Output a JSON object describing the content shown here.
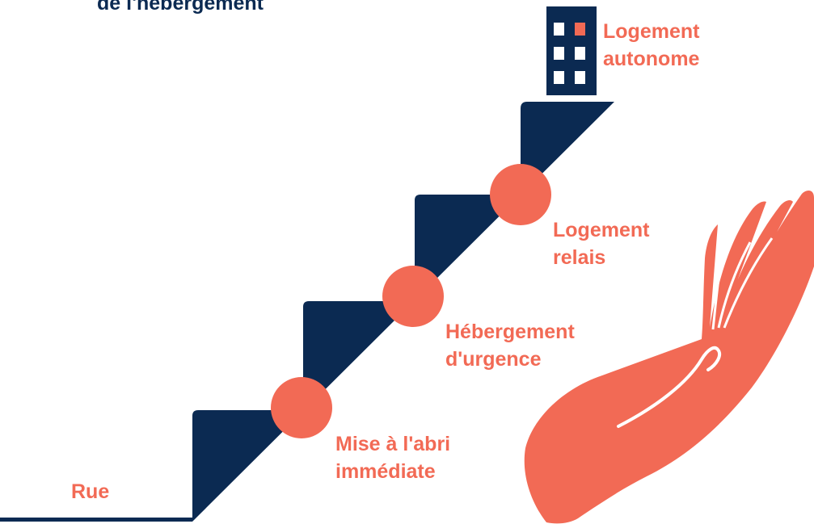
{
  "title": "de l'hébergement",
  "steps": [
    {
      "label_lines": [
        "Rue"
      ]
    },
    {
      "label_lines": [
        "Mise à l'abri",
        "immédiate"
      ]
    },
    {
      "label_lines": [
        "Hébergement",
        "d'urgence"
      ]
    },
    {
      "label_lines": [
        "Logement",
        "relais"
      ]
    },
    {
      "label_lines": [
        "Logement",
        "autonome"
      ]
    }
  ],
  "icons": [
    "staircase",
    "building-icon",
    "hand-icon"
  ],
  "colors": {
    "navy": "#0b2a52",
    "coral": "#f26a55",
    "background": "#ffffff"
  }
}
